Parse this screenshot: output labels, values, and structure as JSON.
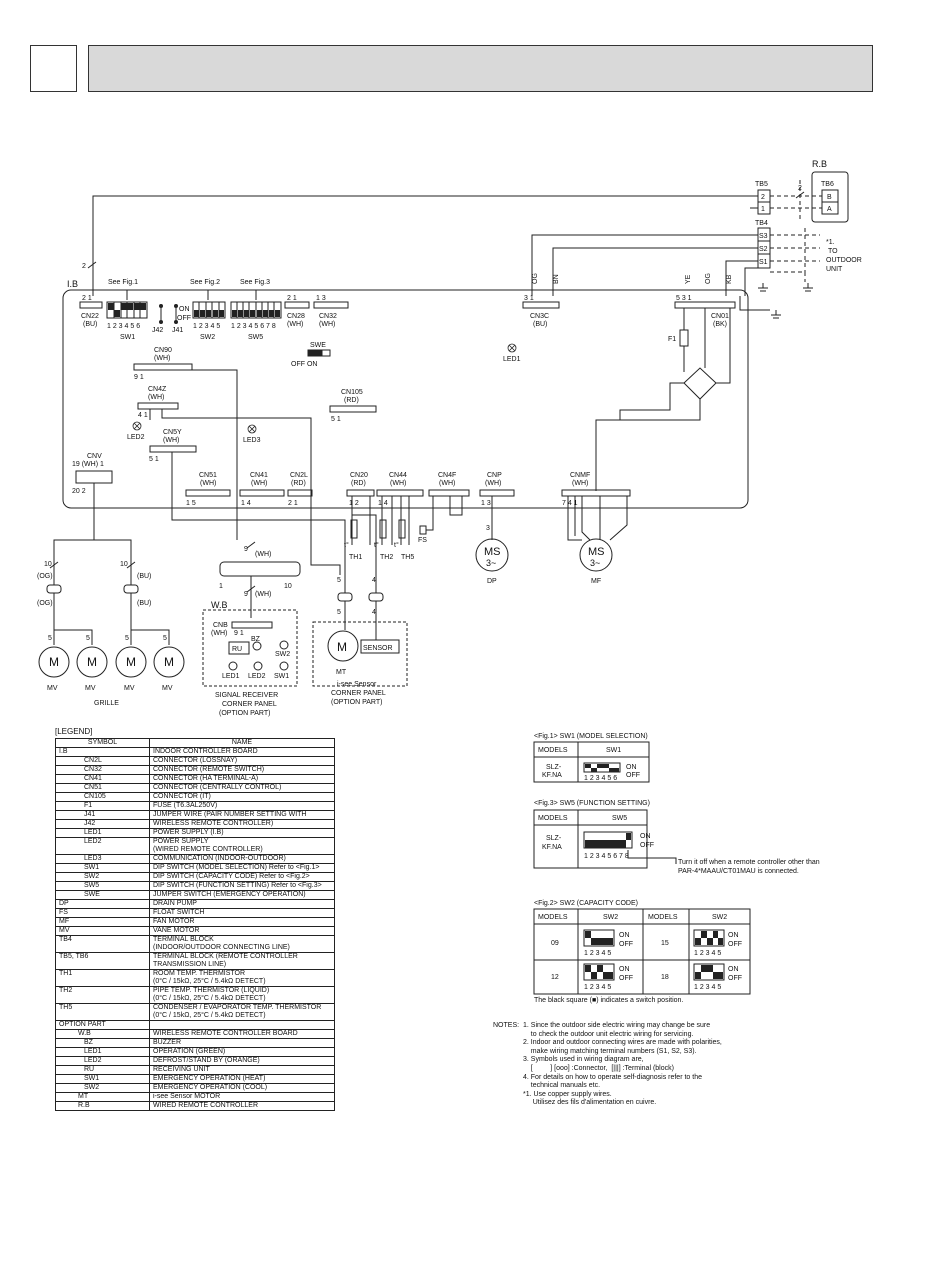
{
  "labels": {
    "ib": "I.B",
    "rb": "R.B",
    "tb5": "TB5",
    "tb6": "TB6",
    "tb4": "TB4",
    "tb5_2": "2",
    "tb5_1": "1",
    "tb6_b": "B",
    "tb6_a": "A",
    "s3": "S3",
    "s2": "S2",
    "s1": "S1",
    "to_outdoor": [
      "*1.",
      "TO",
      "OUTDOOR",
      "UNIT"
    ],
    "wire2a": "2",
    "wire2b": "2",
    "see_fig1": "See Fig.1",
    "see_fig2": "See Fig.2",
    "see_fig3": "See Fig.3",
    "cn22": "CN22",
    "cn22_col": "(BU)",
    "cn22_pins": "2   1",
    "sw1": "SW1",
    "sw1_nums": "1 2 3 4 5 6",
    "j42": "J42",
    "j41": "J41",
    "on": "ON",
    "off": "OFF",
    "sw2": "SW2",
    "sw2_nums": "1 2 3 4 5",
    "sw5": "SW5",
    "sw5_nums": "1 2 3 4 5 6 7 8",
    "cn28": "CN28",
    "cn28_col": "(WH)",
    "cn28_pins": "2    1",
    "cn32": "CN32",
    "cn32_col": "(WH)",
    "cn32_pins": "1        3",
    "og": "OG",
    "bn": "BN",
    "ye": "YE",
    "og2": "OG",
    "kb": "KB",
    "cn3c": "CN3C",
    "cn3c_col": "(BU)",
    "cn3c_pins": "3        1",
    "cn01": "CN01",
    "cn01_col": "(BK)",
    "cn01_pins": "5   3   1",
    "f1": "F1",
    "led1": "LED1",
    "swe": "SWE",
    "swe_pos": "OFF   ON",
    "cn90": "CN90",
    "cn90_col": "(WH)",
    "cn90_pins": "9                    1",
    "cn105": "CN105",
    "cn105_col": "(RD)",
    "cn105_pins": "5              1",
    "cn4z": "CN4Z",
    "cn4z_col": "(WH)",
    "cn4z_pins": "4    1",
    "led2": "LED2",
    "led3": "LED3",
    "cn5y": "CN5Y",
    "cn5y_col": "(WH)",
    "cn5y_pins": "5              1",
    "cnv": "CNV",
    "cnv_top": "19 (WH)  1",
    "cnv_bot": "20          2",
    "cn51": "CN51",
    "cn51_col": "(WH)",
    "cn51_pins": "1                5",
    "cn41": "CN41",
    "cn41_col": "(WH)",
    "cn41_pins": "1             4",
    "cn2l": "CN2L",
    "cn2l_col": "(RD)",
    "cn2l_pins": "2   1",
    "cn20": "CN20",
    "cn20_col": "(RD)",
    "cn20_pins": "1    2",
    "cn44": "CN44",
    "cn44_col": "(WH)",
    "cn44_pins": "1            4",
    "cn4f": "CN4F",
    "cn4f_col": "(WH)",
    "cnp": "CNP",
    "cnp_col": "(WH)",
    "cnp_pins": "1           3",
    "cnmf": "CNMF",
    "cnmf_col": "(WH)",
    "cnmf_pins": "7              4           1",
    "th1": "TH1",
    "th2": "TH2",
    "th5": "TH5",
    "fs": "FS",
    "t": "t°",
    "dp": "DP",
    "mf": "MF",
    "ms": "MS",
    "ms3": "3~",
    "n3": "3",
    "grille": "GRILLE",
    "mv": "MV",
    "m": "M",
    "og_col": "(OG)",
    "bu_col": "(BU)",
    "n10": "10",
    "n5": "5",
    "n4": "4",
    "n9": "9",
    "wh": "(WH)",
    "n1": "1",
    "wb": "W.B",
    "cnb": "CNB",
    "cnb_col": "(WH)",
    "cnb_pins": "9         1",
    "ru": "RU",
    "bz": "BZ",
    "sw2b": "SW2",
    "led1b": "LED1",
    "led2b": "LED2",
    "sw1b": "SW1",
    "signal_receiver": [
      "SIGNAL RECEIVER",
      "CORNER PANEL",
      "(OPTION PART)"
    ],
    "mt": "MT",
    "sensor": "SENSOR",
    "isee_sensor": [
      "i-see Sensor",
      "CORNER PANEL",
      "(OPTION PART)"
    ]
  },
  "fig1": {
    "title": "<Fig.1> SW1 (MODEL SELECTION)",
    "col_models": "MODELS",
    "col_sw": "SW1",
    "model": "SLZ-\nKF.NA",
    "on": "ON",
    "off": "OFF",
    "nums": "1 2 3 4 5 6"
  },
  "fig3": {
    "title": "<Fig.3> SW5 (FUNCTION SETTING)",
    "col_models": "MODELS",
    "col_sw": "SW5",
    "model": "SLZ-\nKF.NA",
    "on": "ON",
    "off": "OFF",
    "nums": "1 2 3 4 5 6 7 8",
    "note1": "Turn it off when a remote controller other than",
    "note2": "PAR-4*MAAU/CT01MAU is connected."
  },
  "fig2": {
    "title": "<Fig.2> SW2 (CAPACITY CODE)",
    "col_models": "MODELS",
    "col_sw": "SW2",
    "rows": [
      {
        "left": "09",
        "right": "15"
      },
      {
        "left": "12",
        "right": "18"
      }
    ],
    "on": "ON",
    "off": "OFF",
    "nums": "1 2 3 4 5",
    "note": "The black square (■) indicates a switch position."
  },
  "legend": {
    "title": "[LEGEND]",
    "col_symbol": "SYMBOL",
    "col_name": "NAME",
    "rows": [
      {
        "sym": "I.B",
        "name": "INDOOR CONTROLLER BOARD",
        "lvl": 0
      },
      {
        "sym": "CN2L",
        "name": "CONNECTOR (LOSSNAY)",
        "lvl": 1
      },
      {
        "sym": "CN32",
        "name": "CONNECTOR (REMOTE SWITCH)",
        "lvl": 1
      },
      {
        "sym": "CN41",
        "name": "CONNECTOR (HA TERMINAL-A)",
        "lvl": 1
      },
      {
        "sym": "CN51",
        "name": "CONNECTOR (CENTRALLY CONTROL)",
        "lvl": 1
      },
      {
        "sym": "CN105",
        "name": "CONNECTOR (IT)",
        "lvl": 1
      },
      {
        "sym": "F1",
        "name": "FUSE (T6.3AL250V)",
        "lvl": 1
      },
      {
        "sym": "J41",
        "name": "JUMPER WIRE (PAIR NUMBER SETTING WITH",
        "lvl": 1
      },
      {
        "sym": "J42",
        "name": "WIRELESS REMOTE CONTROLLER)",
        "lvl": 1
      },
      {
        "sym": "LED1",
        "name": "POWER SUPPLY (I.B)",
        "lvl": 1
      },
      {
        "sym": "LED2",
        "name": "POWER SUPPLY\n(WIRED REMOTE CONTROLLER)",
        "lvl": 1
      },
      {
        "sym": "LED3",
        "name": "COMMUNICATION (INDOOR-OUTDOOR)",
        "lvl": 1
      },
      {
        "sym": "SW1",
        "name": "DIP SWITCH (MODEL SELECTION) Refer to <Fig.1>",
        "lvl": 1
      },
      {
        "sym": "SW2",
        "name": "DIP SWITCH (CAPACITY CODE) Refer to <Fig.2>",
        "lvl": 1
      },
      {
        "sym": "SW5",
        "name": "DIP SWITCH (FUNCTION SETTING) Refer to <Fig.3>",
        "lvl": 1
      },
      {
        "sym": "SWE",
        "name": "JUMPER SWITCH (EMERGENCY OPERATION)",
        "lvl": 1
      },
      {
        "sym": "DP",
        "name": "DRAIN PUMP",
        "lvl": 0
      },
      {
        "sym": "FS",
        "name": "FLOAT SWITCH",
        "lvl": 0
      },
      {
        "sym": "MF",
        "name": "FAN MOTOR",
        "lvl": 0
      },
      {
        "sym": "MV",
        "name": "VANE MOTOR",
        "lvl": 0
      },
      {
        "sym": "TB4",
        "name": "TERMINAL BLOCK\n(INDOOR/OUTDOOR CONNECTING LINE)",
        "lvl": 0
      },
      {
        "sym": "TB5, TB6",
        "name": "TERMINAL BLOCK (REMOTE CONTROLLER\nTRANSMISSION LINE)",
        "lvl": 0
      },
      {
        "sym": "TH1",
        "name": "ROOM TEMP. THERMISTOR\n(0°C / 15kΩ, 25°C / 5.4kΩ DETECT)",
        "lvl": 0
      },
      {
        "sym": "TH2",
        "name": "PIPE TEMP. THERMISTOR (LIQUID)\n(0°C / 15kΩ, 25°C / 5.4kΩ DETECT)",
        "lvl": 0
      },
      {
        "sym": "TH5",
        "name": "CONDENSER / EVAPORATOR TEMP. THERMISTOR\n(0°C / 15kΩ, 25°C / 5.4kΩ DETECT)",
        "lvl": 0
      },
      {
        "sym": "OPTION PART",
        "name": "",
        "lvl": 0
      },
      {
        "sym": "W.B",
        "name": "WIRELESS REMOTE CONTROLLER BOARD",
        "lvl": 2
      },
      {
        "sym": "BZ",
        "name": "BUZZER",
        "lvl": 1
      },
      {
        "sym": "LED1",
        "name": "OPERATION (GREEN)",
        "lvl": 1
      },
      {
        "sym": "LED2",
        "name": "DEFROST/STAND BY (ORANGE)",
        "lvl": 1
      },
      {
        "sym": "RU",
        "name": "RECEIVING UNIT",
        "lvl": 1
      },
      {
        "sym": "SW1",
        "name": "EMERGENCY OPERATION (HEAT)",
        "lvl": 1
      },
      {
        "sym": "SW2",
        "name": "EMERGENCY OPERATION (COOL)",
        "lvl": 1
      },
      {
        "sym": "MT",
        "name": "i-see Sensor MOTOR",
        "lvl": 2
      },
      {
        "sym": "R.B",
        "name": "WIRED REMOTE CONTROLLER",
        "lvl": 2
      }
    ]
  },
  "notes": {
    "label": "NOTES:",
    "items": [
      "1. Since the outdoor side electric wiring may change be sure\n    to check the outdoor unit electric wiring for servicing.",
      "2. Indoor and outdoor connecting wires are made with polarities,\n    make wiring matching terminal numbers (S1, S2, S3).",
      "3. Symbols used in wiring diagram are,\n    [         ] [ooo] :Connector,  [|||] :Terminal (block)",
      "4. For details on how to operate self-diagnosis refer to the\n    technical manuals etc.",
      "*1. Use copper supply wires.\n     Utilisez des fils d'alimentation en cuivre."
    ]
  }
}
